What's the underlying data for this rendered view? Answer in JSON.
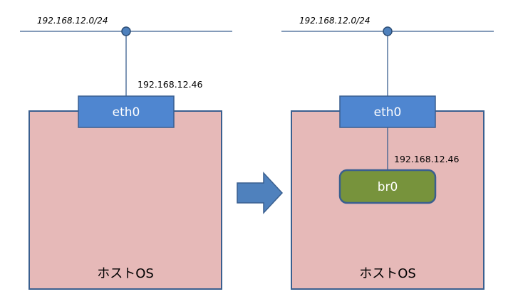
{
  "left": {
    "network_label": "192.168.12.0/24",
    "ip_label": "192.168.12.46",
    "interface_label": "eth0",
    "host_label": "ホストOS"
  },
  "right": {
    "network_label": "192.168.12.0/24",
    "ip_label": "192.168.12.46",
    "interface_label": "eth0",
    "bridge_label": "br0",
    "host_label": "ホストOS"
  },
  "colors": {
    "host_fill": "#e6b9b8",
    "host_stroke": "#3a5f8f",
    "interface_fill": "#4f86d0",
    "bridge_fill": "#77933c",
    "network_line": "#3a5f8f",
    "arrow_fill": "#4f81bd"
  }
}
